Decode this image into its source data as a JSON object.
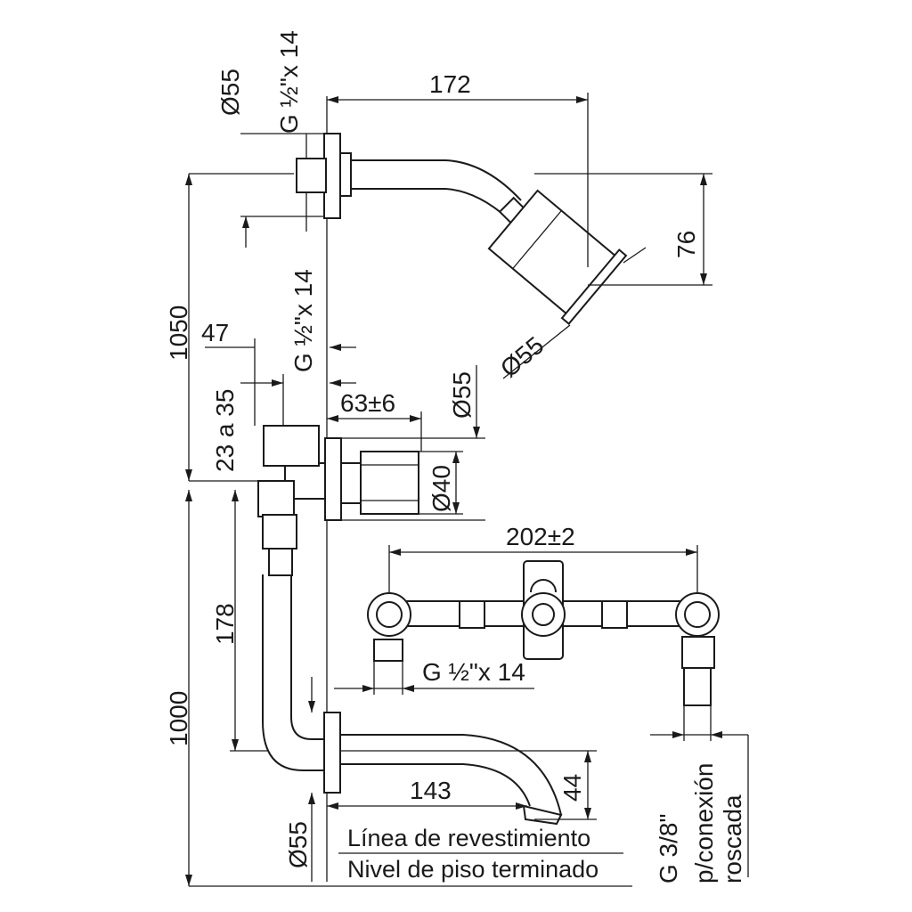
{
  "dimensions": {
    "top_thread": "G ½\"x 14",
    "top_dia": "Ø55",
    "arm_length": "172",
    "head_height": "76",
    "head_dia": "Ø55",
    "total_height_upper": "1050",
    "valve_thread": "G ½\"x 14",
    "valve_offset": "47",
    "wall_range": "23 a 35",
    "depth": "63±6",
    "valve_flange_dia": "Ø55",
    "valve_handle_dia": "Ø40",
    "spacing": "202±2",
    "manifold_thread": "G ½\"x 14",
    "drop": "178",
    "total_height_lower": "1000",
    "spout_length": "143",
    "spout_drop": "44",
    "spout_flange_dia": "Ø55",
    "inlet_thread": "G 3/8\"",
    "inlet_note_1": "p/conexión",
    "inlet_note_2": "roscada"
  },
  "legend": {
    "line1": "Línea de revestimiento",
    "line2": "Nivel de piso terminado"
  }
}
